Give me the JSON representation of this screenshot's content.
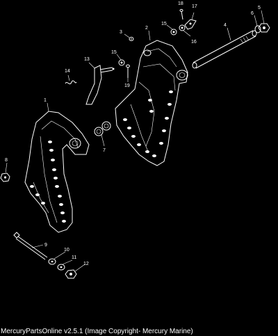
{
  "diagram": {
    "callouts": [
      "1",
      "2",
      "3",
      "4",
      "5",
      "6",
      "7",
      "8",
      "9",
      "10",
      "11",
      "12",
      "13",
      "14",
      "15",
      "15",
      "16",
      "17",
      "18",
      "19"
    ]
  },
  "footer": {
    "text": "MercuryPartsOnline v2.5.1 (Image Copyright- Mercury Marine)"
  },
  "colors": {
    "background": "#000000",
    "linework": "#ffffff"
  }
}
